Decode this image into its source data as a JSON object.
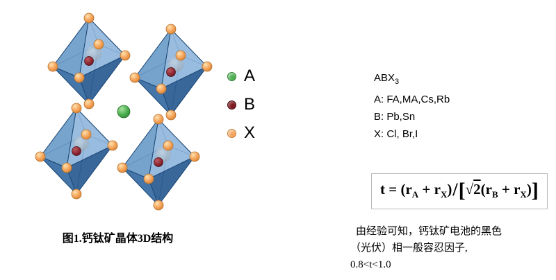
{
  "figure": {
    "caption": "图1.钙钛矿晶体3D结构"
  },
  "legend": {
    "items": [
      {
        "label": "A",
        "color": "#4caf50"
      },
      {
        "label": "B",
        "color": "#7e1a22"
      },
      {
        "label": "X",
        "color": "#f3a55e"
      }
    ]
  },
  "composition": {
    "base": "ABX",
    "sub": "3",
    "a_line": "A: FA,MA,Cs,Rb",
    "b_line": "B: Pb,Sn",
    "x_line": "X: Cl, Br,I"
  },
  "formula": {
    "t": "t = (r",
    "subA": "A",
    "plus1": " + r",
    "subX1": "X",
    "close1": ")",
    "slash": "/",
    "open_bracket": "[",
    "sqrt_sign": "√",
    "sqrt_val": "2",
    "open2": "(r",
    "subB": "B",
    "plus2": " + r",
    "subX2": "X",
    "close2": ")",
    "close_bracket": "]"
  },
  "notes": {
    "line1": "由经验可知，钙钛矿电池的黑色",
    "line2": "（光伏）相一般容忍因子,",
    "line3": "0.8<t<1.0"
  },
  "colors": {
    "background": "#ffffff",
    "octahedron_face_light": "#8fb6dc",
    "octahedron_face_dark": "#2d5c92",
    "octahedron_edge": "#1f4a78",
    "x_vertex_sphere": "#f0964a",
    "b_center_sphere": "#8a2430",
    "a_cation_sphere": "#4caf50"
  }
}
